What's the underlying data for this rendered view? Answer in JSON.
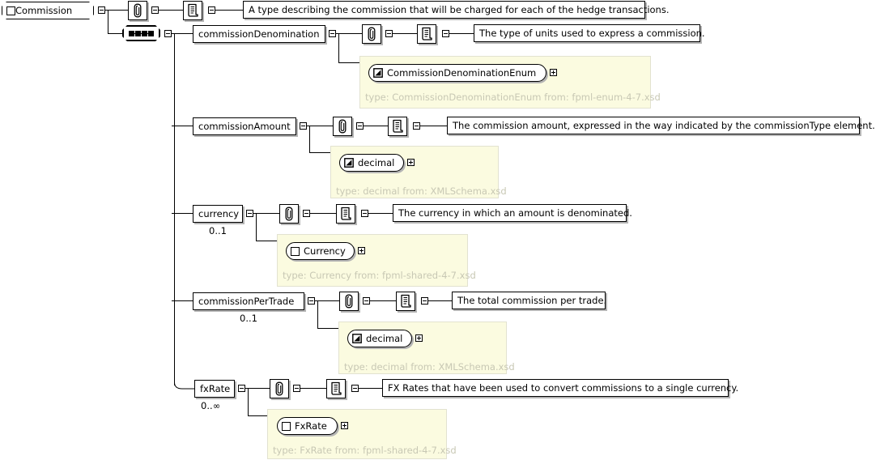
{
  "diagram": {
    "title": "Commission",
    "kind": "xml-schema-element-tree",
    "root": {
      "label": "Commission",
      "icon": "complex-type-square-icon",
      "annotation_icon": "paperclip-icon",
      "documentation_icon": "document-icon",
      "documentation": "A type describing the commission that will be charged for each of the hedge transactions."
    },
    "compositor": {
      "kind": "sequence",
      "icon": "sequence-icon"
    },
    "children": [
      {
        "name": "commissionDenomination",
        "cardinality": "",
        "annotation_icon": "paperclip-icon",
        "documentation_icon": "document-icon",
        "documentation": "The type of units used to express a commission.",
        "type_name": "CommissionDenominationEnum",
        "type_icon": "simple-type-icon",
        "type_caption": "type: CommissionDenominationEnum from: fpml-enum-4-7.xsd"
      },
      {
        "name": "commissionAmount",
        "cardinality": "",
        "annotation_icon": "paperclip-icon",
        "documentation_icon": "document-icon",
        "documentation": "The commission amount, expressed in the way indicated by the commissionType element.",
        "type_name": "decimal",
        "type_icon": "simple-type-icon",
        "type_caption": "type: decimal from: XMLSchema.xsd"
      },
      {
        "name": "currency",
        "cardinality": "0..1",
        "annotation_icon": "paperclip-icon",
        "documentation_icon": "document-icon",
        "documentation": "The currency in which an amount is denominated.",
        "type_name": "Currency",
        "type_icon": "complex-type-square-icon",
        "type_caption": "type: Currency from: fpml-shared-4-7.xsd"
      },
      {
        "name": "commissionPerTrade",
        "cardinality": "0..1",
        "annotation_icon": "paperclip-icon",
        "documentation_icon": "document-icon",
        "documentation": "The total commission per trade.",
        "type_name": "decimal",
        "type_icon": "simple-type-icon",
        "type_caption": "type: decimal from: XMLSchema.xsd"
      },
      {
        "name": "fxRate",
        "cardinality": "0..∞",
        "annotation_icon": "paperclip-icon",
        "documentation_icon": "document-icon",
        "documentation": "FX Rates that have been used to convert commissions to a single currency.",
        "type_name": "FxRate",
        "type_icon": "complex-type-square-icon",
        "type_caption": "type: FxRate from: fpml-shared-4-7.xsd"
      }
    ],
    "colors": {
      "type_box_fill": "#fbfbe0",
      "type_box_border": "#e2e2d0",
      "type_caption_text": "#c8c8b4",
      "line": "#000000",
      "shadow": "#b4b4b4"
    }
  }
}
